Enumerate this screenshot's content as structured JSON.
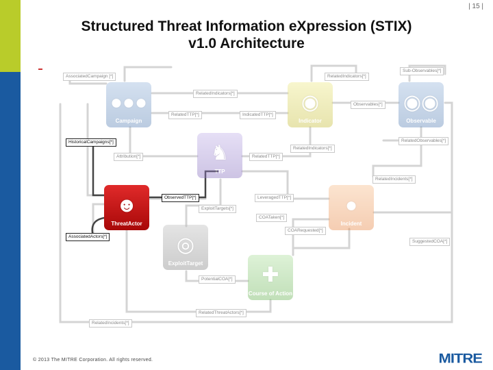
{
  "page_number": "| 15 |",
  "title_line1": "Structured Threat Information eXpression (STIX)",
  "title_line2": "v1.0 Architecture",
  "copyright": "© 2013 The MITRE Corporation. All rights reserved.",
  "logo_text": "MITRE",
  "colors": {
    "campaign": "#7a9cc6",
    "indicator": "#d8d25a",
    "observable": "#7a9cc6",
    "ttp": "#a38fd0",
    "threat_actor": "#cc1111",
    "incident": "#f0a060",
    "exploit_target": "#a0a0a0",
    "course_of_action": "#8cc87a",
    "accent_green": "#b9cc2a",
    "accent_blue": "#1a5aa0"
  },
  "nodes": {
    "campaign": {
      "label": "Campaign",
      "icon": "group-icon"
    },
    "indicator": {
      "label": "Indicator",
      "icon": "fingerprint-icon"
    },
    "observable": {
      "label": "Observable",
      "icon": "binoculars-icon"
    },
    "ttp": {
      "label": "TTP",
      "icon": "chess-knight-icon"
    },
    "threat_actor": {
      "label": "ThreatActor",
      "icon": "masked-person-icon"
    },
    "incident": {
      "label": "Incident",
      "icon": "bomb-icon"
    },
    "exploit_target": {
      "label": "ExploitTarget",
      "icon": "target-icon"
    },
    "course_of_action": {
      "label": "Course of Action",
      "icon": "syringe-icon"
    }
  },
  "relations": {
    "associated_campaign": "AssociatedCampaign [*]",
    "related_indicators": "RelatedIndicators[*]",
    "sub_observables": "Sub-Observables[*]",
    "related_indicators_2": "RelatedIndicators[*]",
    "observables": "Observables[*]",
    "related_ttp": "RelatedTTP[*]",
    "indicated_ttp": "IndicatedTTP[*]",
    "historical_campaigns": "HistoricalCampaigns[*]",
    "related_observables": "RelatedObservables[*]",
    "attribution": "Attribution[*]",
    "related_ttp_2": "RelatedTTP[*]",
    "related_indicators_3": "RelatedIndicators[*]",
    "related_incidents": "RelatedIncidents[*]",
    "observed_ttp": "ObservedTTP[*]",
    "leveraged_ttp": "LeveragedTTP[*]",
    "exploit_targets": "ExploitTargets[*]",
    "coa_taken": "COATaken[*]",
    "coa_requested": "COARequested[*]",
    "associated_actors": "AssociatedActors[*]",
    "suggested_coa": "SuggestedCOA[*]",
    "potential_coa": "PotentialCOA[*]",
    "related_threat_actors": "RelatedThreatActors[*]",
    "related_incidents_2": "RelatedIncidents[*]"
  }
}
